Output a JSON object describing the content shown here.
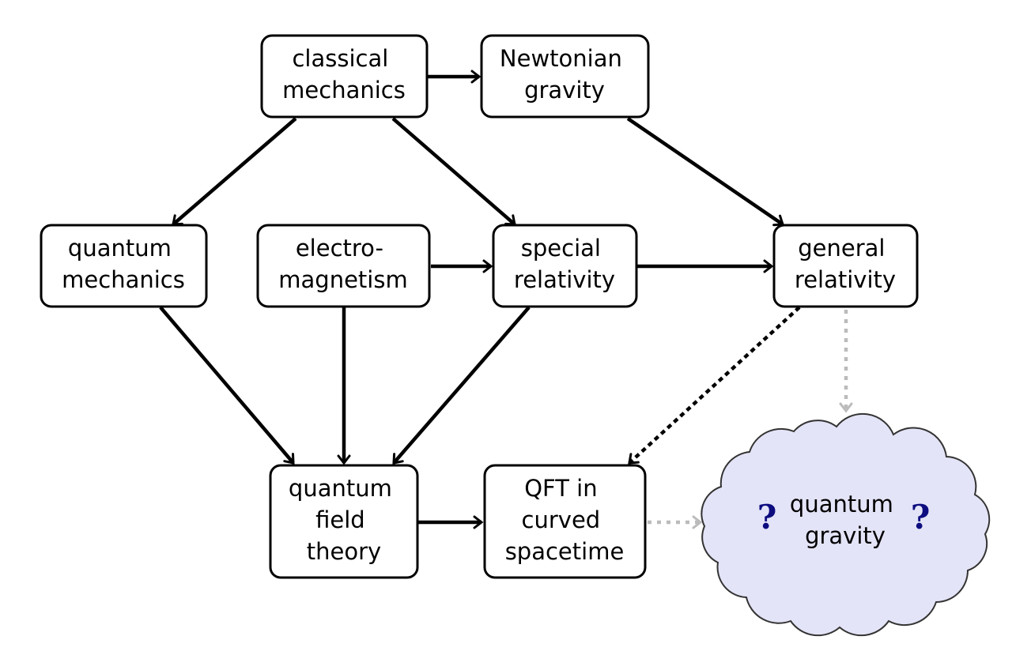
{
  "colors": {
    "stroke": "#000000",
    "node_fill": "#ffffff",
    "cloud_fill": "#e4e4f8",
    "cloud_stroke": "#333333",
    "speculative_arrow": "#bbbbbb",
    "question_mark": "#0d0d80"
  },
  "nodes": {
    "classical_mechanics": {
      "lines": [
        "classical",
        "mechanics"
      ]
    },
    "newtonian_gravity": {
      "lines": [
        "Newtonian",
        "gravity"
      ]
    },
    "quantum_mechanics": {
      "lines": [
        "quantum",
        "mechanics"
      ]
    },
    "electromagnetism": {
      "lines": [
        "electro-",
        "magnetism"
      ]
    },
    "special_relativity": {
      "lines": [
        "special",
        "relativity"
      ]
    },
    "general_relativity": {
      "lines": [
        "general",
        "relativity"
      ]
    },
    "quantum_field_theory": {
      "lines": [
        "quantum",
        "field",
        "theory"
      ]
    },
    "qft_curved_spacetime": {
      "lines": [
        "QFT in",
        "curved",
        "spacetime"
      ]
    },
    "quantum_gravity": {
      "lines": [
        "quantum",
        "gravity"
      ],
      "mark": "?"
    }
  },
  "edges": [
    {
      "from": "classical_mechanics",
      "to": "newtonian_gravity",
      "style": "solid"
    },
    {
      "from": "classical_mechanics",
      "to": "quantum_mechanics",
      "style": "solid"
    },
    {
      "from": "classical_mechanics",
      "to": "special_relativity",
      "style": "solid"
    },
    {
      "from": "newtonian_gravity",
      "to": "general_relativity",
      "style": "solid"
    },
    {
      "from": "electromagnetism",
      "to": "special_relativity",
      "style": "solid"
    },
    {
      "from": "special_relativity",
      "to": "general_relativity",
      "style": "solid"
    },
    {
      "from": "quantum_mechanics",
      "to": "quantum_field_theory",
      "style": "solid"
    },
    {
      "from": "electromagnetism",
      "to": "quantum_field_theory",
      "style": "solid"
    },
    {
      "from": "special_relativity",
      "to": "quantum_field_theory",
      "style": "solid"
    },
    {
      "from": "quantum_field_theory",
      "to": "qft_curved_spacetime",
      "style": "solid"
    },
    {
      "from": "general_relativity",
      "to": "qft_curved_spacetime",
      "style": "dashed"
    },
    {
      "from": "general_relativity",
      "to": "quantum_gravity",
      "style": "dotted"
    },
    {
      "from": "qft_curved_spacetime",
      "to": "quantum_gravity",
      "style": "dotted"
    }
  ]
}
